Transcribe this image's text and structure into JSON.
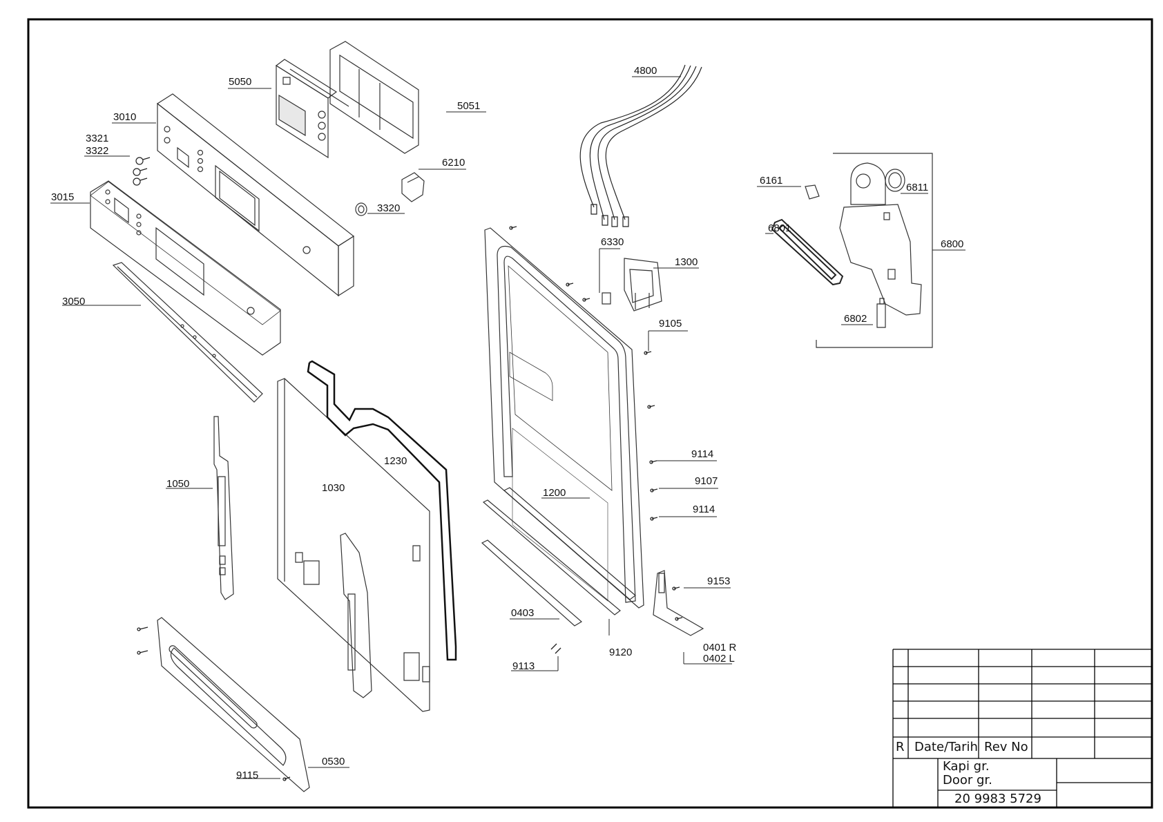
{
  "diagram": {
    "labels": {
      "p5050": "5050",
      "p5051": "5051",
      "p3010": "3010",
      "p3321": "3321",
      "p3322": "3322",
      "p3015": "3015",
      "p6210": "6210",
      "p3320": "3320",
      "p3050": "3050",
      "p1050": "1050",
      "p1030": "1030",
      "p1230": "1230",
      "p0530": "0530",
      "p9115": "9115",
      "p4800": "4800",
      "p6330": "6330",
      "p1300": "1300",
      "p9105": "9105",
      "p9114a": "9114",
      "p9107": "9107",
      "p9114b": "9114",
      "p1200": "1200",
      "p9153": "9153",
      "p0403": "0403",
      "p9120": "9120",
      "p9113": "9113",
      "p0401": "0401 R",
      "p0402": "0402 L",
      "p6161": "6161",
      "p6811": "6811",
      "p6801": "6801",
      "p6800": "6800",
      "p6802": "6802"
    }
  },
  "title_block": {
    "r": "R",
    "date": "Date/Tarih",
    "rev": "Rev No",
    "title_tr": "Kapi gr.",
    "title_en": "Door gr.",
    "doc_no": "20 9983 5729"
  }
}
